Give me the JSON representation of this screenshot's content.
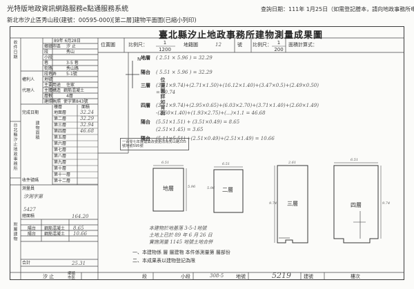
{
  "header": {
    "system_name": "光特版地政資訊網路服務e點通服務系統",
    "query_date": "查詢日期：111年 1月25日（如需登記謄本，請向地政事務所申請。）",
    "record_line": "新北市汐止區秀山段(建號：00595-000)[第二層]建物平面圖(已縮小列印)"
  },
  "form": {
    "title": "臺北縣汐止地政事務所建物測量成果圖",
    "receipt": {
      "date_label": "收件日期",
      "date_value": "89年 6月28日"
    },
    "summary": {
      "township_label": "鄉鎮市區",
      "township_value": "汐 止",
      "section_label": "段",
      "section_value": "秀山",
      "subsection_label": "小段",
      "lane_label": "巷",
      "lane_value": "3-5 巷",
      "road_label": "街路",
      "road_value": "秀山路",
      "seg_label": "段巷弄",
      "seg_value": "5-1號",
      "land_label": "地號",
      "land_value": "",
      "owner_label": "權利人",
      "agent_label": "代理人",
      "use_label": "主要用途",
      "use_value": "住家",
      "structure_label": "主體構造",
      "structure_value": "鋼筋混凝土",
      "floors_label": "層數",
      "floors_value": "4層",
      "build_no_label": "建照執照",
      "build_no_value": "使字第843號",
      "done_label": "完成日期"
    },
    "left_notes": {
      "vertical_1": "台北縣汐止地政事務所",
      "vertical_2": "收件號碼",
      "survey_label": "測量員",
      "survey_value": "汐測字第",
      "survey_number": "5427",
      "area_label": "總面積",
      "area_total": "164.20"
    },
    "floors": [
      {
        "name": "地面層",
        "area": "32.24"
      },
      {
        "name": "第二層",
        "area": "32.29"
      },
      {
        "name": "第三層",
        "area": "32.94"
      },
      {
        "name": "第四層",
        "area": "46.68"
      },
      {
        "name": "第五層",
        "area": ""
      },
      {
        "name": "第六層",
        "area": ""
      },
      {
        "name": "第七層",
        "area": ""
      },
      {
        "name": "第八層",
        "area": ""
      },
      {
        "name": "第九層",
        "area": ""
      },
      {
        "name": "第十層",
        "area": ""
      },
      {
        "name": "第十一層",
        "area": ""
      },
      {
        "name": "第十二層",
        "area": ""
      }
    ],
    "floors_header": {
      "group": "建物面積",
      "col_name": "樓層",
      "col_area": "面積"
    },
    "attached": [
      {
        "name": "陽台",
        "struct": "鋼筋混凝土",
        "area": "8.65"
      },
      {
        "name": "陽台",
        "struct": "鋼筋混凝土",
        "area": "10.66"
      }
    ],
    "attached_label": "附屬建物",
    "total_label": "合計",
    "total_value": "25.31",
    "scale": {
      "site_label": "位置圖",
      "site_scale_label": "比例尺：",
      "site_num": "1",
      "site_den": "1200",
      "land_map_label": "地籍圖",
      "sheet_no": "12",
      "sheet_unit": "號",
      "plan_scale_label": "比例尺：",
      "plan_num": "1",
      "plan_den": "200",
      "calc_label": "面積計算式："
    },
    "north": "N",
    "position_note": "位置圖詳如背面",
    "stamp": "一百零七年度建築改號更改為秀山路335號地號595號",
    "calc": [
      {
        "label": "地層",
        "expr": "( 2.51 × 5.96 ) = 32.29"
      },
      {
        "label": "陽台",
        "expr": "( 5.51 × 5.96 ) = 32.29"
      },
      {
        "label": "三層",
        "expr": "(3.51×9.74)+(2.71×1.50)+(16.12×1.40)+(3.47×0.5)+(2.49×0.50)"
      },
      {
        "label": "",
        "expr": "= 50.74"
      },
      {
        "label": "四層",
        "expr": "(3.51×9.74)+(2.95×0.65)+(6.03×2.70)+(3.71×1.40)+(2.60×1.49)"
      },
      {
        "label": "",
        "expr": "-(2.60×1.40)+(1.93×2.75)+(...)×1.1 = 46.68"
      },
      {
        "label": "陽台",
        "expr": "(5.51×1.51) + (3.51×0.49) = 8.65"
      },
      {
        "label": "",
        "expr": "(2.51×1.45) = 3.65"
      },
      {
        "label": "陽台",
        "expr": "(5.11×5.51) +(2.51×0.49)+(2.51×1.49) = 10.66"
      }
    ],
    "plans": [
      {
        "name": "地層",
        "dim_top": "6.51",
        "dim_side": "5.96"
      },
      {
        "name": "二層",
        "dim_top": "6.51",
        "dim_side": "5.96"
      },
      {
        "name": "三層",
        "dim_top": "2.61",
        "dim_side": "9.74"
      },
      {
        "name": "四層",
        "dim_top": "6.51",
        "dim_side": "9.74"
      }
    ],
    "certification": [
      "本建物於地基落 3-5-1地號",
      "土地上已於 89 年 6 月 26 日",
      "實施測量 1145 地號土地合併"
    ],
    "notes": [
      "一、本建物係 層 層建物 本件係測量第 層部份",
      "二、本成果表以建物登記為限"
    ],
    "footer": {
      "township": "汐 止",
      "township_label_1": "鄉鎮",
      "township_label_2": "市區",
      "section_label": "段",
      "subsection_label": "小段",
      "land_no": "308-5",
      "land_label": "地號",
      "build_no": "5219",
      "build_label": "建號",
      "floor_label": "樓次"
    }
  }
}
